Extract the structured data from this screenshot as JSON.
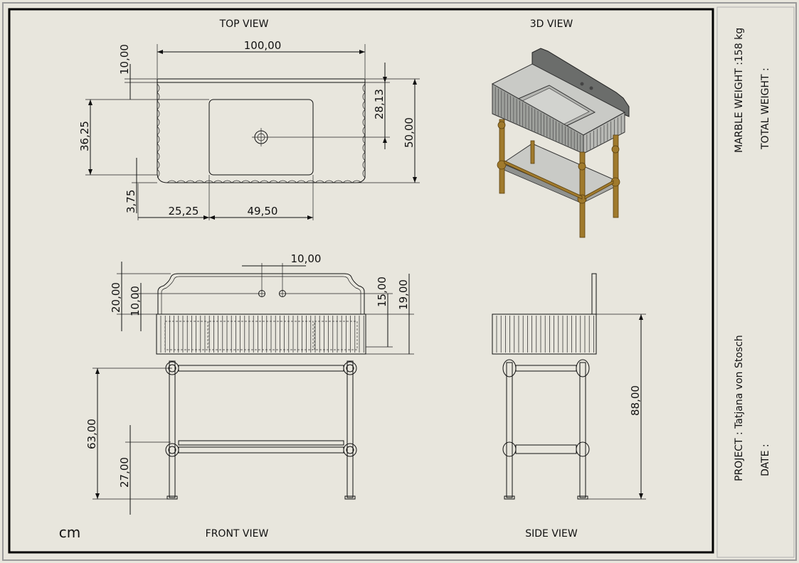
{
  "views": {
    "top": "TOP VIEW",
    "three_d": "3D VIEW",
    "front": "FRONT VIEW",
    "side": "SIDE VIEW"
  },
  "unit": "cm",
  "title_block": {
    "marble_weight": "MARBLE WEIGHT :158 kg",
    "total_weight": "TOTAL WEIGHT :",
    "project": "PROJECT : Tatjana von Stosch",
    "date": "DATE :"
  },
  "dimensions": {
    "top": {
      "width": "100,00",
      "back_depth": "10,00",
      "basin_offset_right": "28,13",
      "total_depth": "50,00",
      "basin_depth": "36,25",
      "front_offset": "3,75",
      "left_offset": "25,25",
      "basin_width": "49,50"
    },
    "front": {
      "tap_spacing": "10,00",
      "splash_height": "20,00",
      "tap_height": "10,00",
      "upper_right": "15,00",
      "top_right": "19,00",
      "leg_height": "63,00",
      "shelf_height": "27,00"
    },
    "side": {
      "total_height": "88,00"
    }
  },
  "colors": {
    "background": "#e8e6dd",
    "marble": "#c9cac6",
    "marble_dark": "#8f918e",
    "splash": "#6b6d6b",
    "brass": "#a07a2c"
  }
}
